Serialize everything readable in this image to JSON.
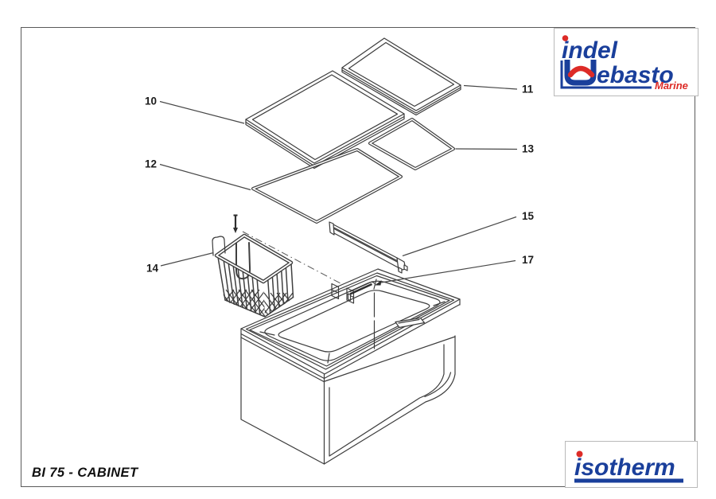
{
  "document": {
    "title": "BI 75 - CABINET",
    "part_labels": {
      "p10": "10",
      "p11": "11",
      "p12": "12",
      "p13": "13",
      "p14": "14",
      "p15": "15",
      "p17": "17"
    }
  },
  "branding": {
    "indel_webasto": {
      "line1": "indel",
      "line2_rest": "ebasto",
      "tagline": "Marine"
    },
    "isotherm": {
      "wordmark": "isotherm"
    },
    "blue": "#1a3f9b",
    "red": "#dd2b27"
  },
  "colors": {
    "line_art": "#3c3c3c"
  }
}
